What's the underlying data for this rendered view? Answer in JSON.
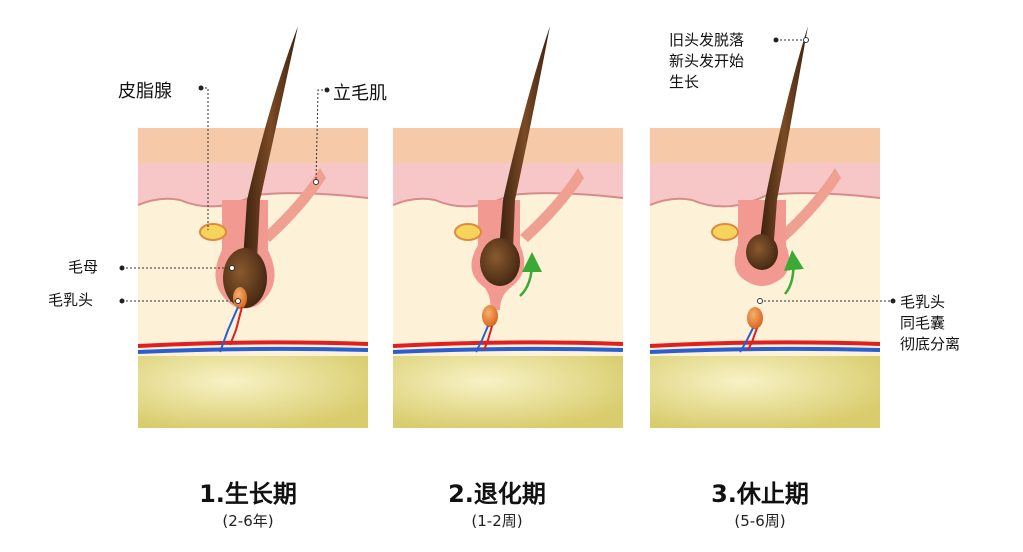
{
  "labels": {
    "sebaceous_gland": "皮脂腺",
    "arrector_pili": "立毛肌",
    "hair_matrix": "毛母",
    "dermal_papilla": "毛乳头",
    "stage3_top": [
      "旧头发脱落",
      "新头发开始",
      "生长"
    ],
    "stage3_side": [
      "毛乳头",
      "同毛囊",
      "彻底分离"
    ]
  },
  "stages": [
    {
      "title": "1.生长期",
      "duration": "(2-6年)"
    },
    {
      "title": "2.退化期",
      "duration": "(1-2周)"
    },
    {
      "title": "3.休止期",
      "duration": "(5-6周)"
    }
  ],
  "colors": {
    "epidermis": "#f6c9a8",
    "dermis_cells": "#f7c6c6",
    "dermis": "#fdf1d8",
    "fat": "#ebe08f",
    "hair": "#5a3418",
    "follicle": "#f29a92",
    "artery": "#e02020",
    "vein": "#2a5fd0",
    "growth_arrow": "#3aaa35"
  }
}
